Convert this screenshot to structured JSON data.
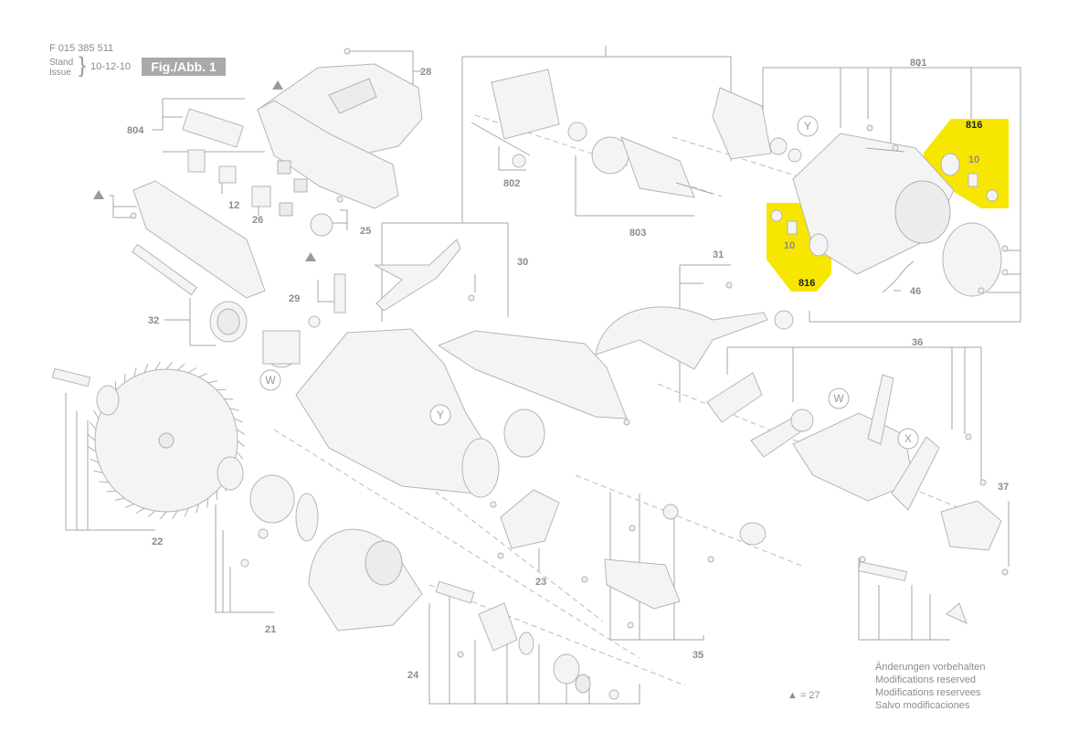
{
  "header": {
    "doc_number": "F 015 385 511",
    "stand_label": "Stand",
    "issue_label": "Issue",
    "date": "10-12-10",
    "figure": "Fig./Abb. 1"
  },
  "part_labels": {
    "p28": "28",
    "p801": "801",
    "p804": "804",
    "p802": "802",
    "p803": "803",
    "p816a": "816",
    "p816b": "816",
    "p10a": "10",
    "p10b": "10",
    "p12": "12",
    "p26": "26",
    "p25": "25",
    "p30": "30",
    "p31": "31",
    "p29": "29",
    "p46": "46",
    "p32": "32",
    "p36": "36",
    "p37": "37",
    "p22": "22",
    "p21": "21",
    "p23": "23",
    "p24": "24",
    "p35": "35"
  },
  "callouts": {
    "y1": "Y",
    "y2": "Y",
    "w1": "W",
    "w2": "W",
    "x1": "X"
  },
  "footnote": "▲ = 27",
  "footer": {
    "line1": "Änderungen vorbehalten",
    "line2": "Modifications reserved",
    "line3": "Modifications reservees",
    "line4": "Salvo modificaciones"
  },
  "colors": {
    "highlight": "#f7e600",
    "line": "#a6a6a6",
    "badge": "#a9a9a9"
  }
}
